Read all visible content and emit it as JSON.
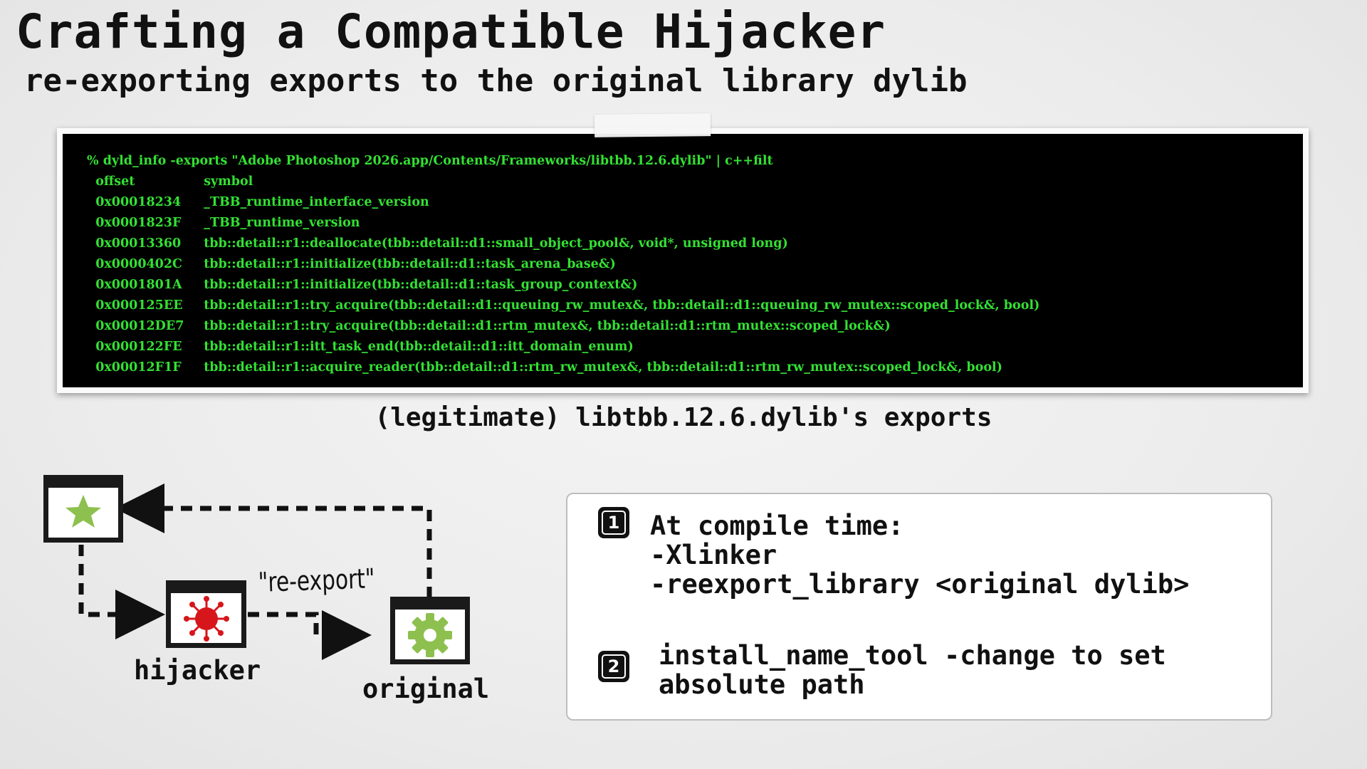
{
  "slide": {
    "title": "Crafting a Compatible Hijacker",
    "subtitle": "re-exporting exports to the original library dylib"
  },
  "terminal": {
    "command": "% dyld_info -exports \"Adobe Photoshop 2026.app/Contents/Frameworks/libtbb.12.6.dylib\" | c++filt",
    "header": {
      "offset": "offset",
      "symbol": "symbol"
    },
    "rows": [
      {
        "offset": "0x00018234",
        "symbol": "_TBB_runtime_interface_version"
      },
      {
        "offset": "0x0001823F",
        "symbol": "_TBB_runtime_version"
      },
      {
        "offset": "0x00013360",
        "symbol": "tbb::detail::r1::deallocate(tbb::detail::d1::small_object_pool&, void*, unsigned long)"
      },
      {
        "offset": "0x0000402C",
        "symbol": "tbb::detail::r1::initialize(tbb::detail::d1::task_arena_base&)"
      },
      {
        "offset": "0x0001801A",
        "symbol": "tbb::detail::r1::initialize(tbb::detail::d1::task_group_context&)"
      },
      {
        "offset": "0x000125EE",
        "symbol": "tbb::detail::r1::try_acquire(tbb::detail::d1::queuing_rw_mutex&, tbb::detail::d1::queuing_rw_mutex::scoped_lock&, bool)"
      },
      {
        "offset": "0x00012DE7",
        "symbol": "tbb::detail::r1::try_acquire(tbb::detail::d1::rtm_mutex&, tbb::detail::d1::rtm_mutex::scoped_lock&)"
      },
      {
        "offset": "0x000122FE",
        "symbol": "tbb::detail::r1::itt_task_end(tbb::detail::d1::itt_domain_enum)"
      },
      {
        "offset": "0x00012F1F",
        "symbol": "tbb::detail::r1::acquire_reader(tbb::detail::d1::rtm_rw_mutex&, tbb::detail::d1::rtm_rw_mutex::scoped_lock&, bool)"
      }
    ]
  },
  "caption": "(legitimate) libtbb.12.6.dylib's exports",
  "diagram": {
    "hijacker_label": "hijacker",
    "original_label": "original",
    "reexport_label": "\"re-export\"",
    "app_icon": "star-icon",
    "hijacker_icon": "virus-icon",
    "original_icon": "gear-icon",
    "colors": {
      "star": "#8dc04e",
      "virus": "#d6161b",
      "gear": "#8dc04e",
      "window_bar": "#1a1a1a"
    }
  },
  "steps": [
    {
      "number": "1",
      "text": "At compile time:\n-Xlinker\n-reexport_library <original dylib>"
    },
    {
      "number": "2",
      "text": "install_name_tool -change to set\nabsolute path"
    }
  ]
}
